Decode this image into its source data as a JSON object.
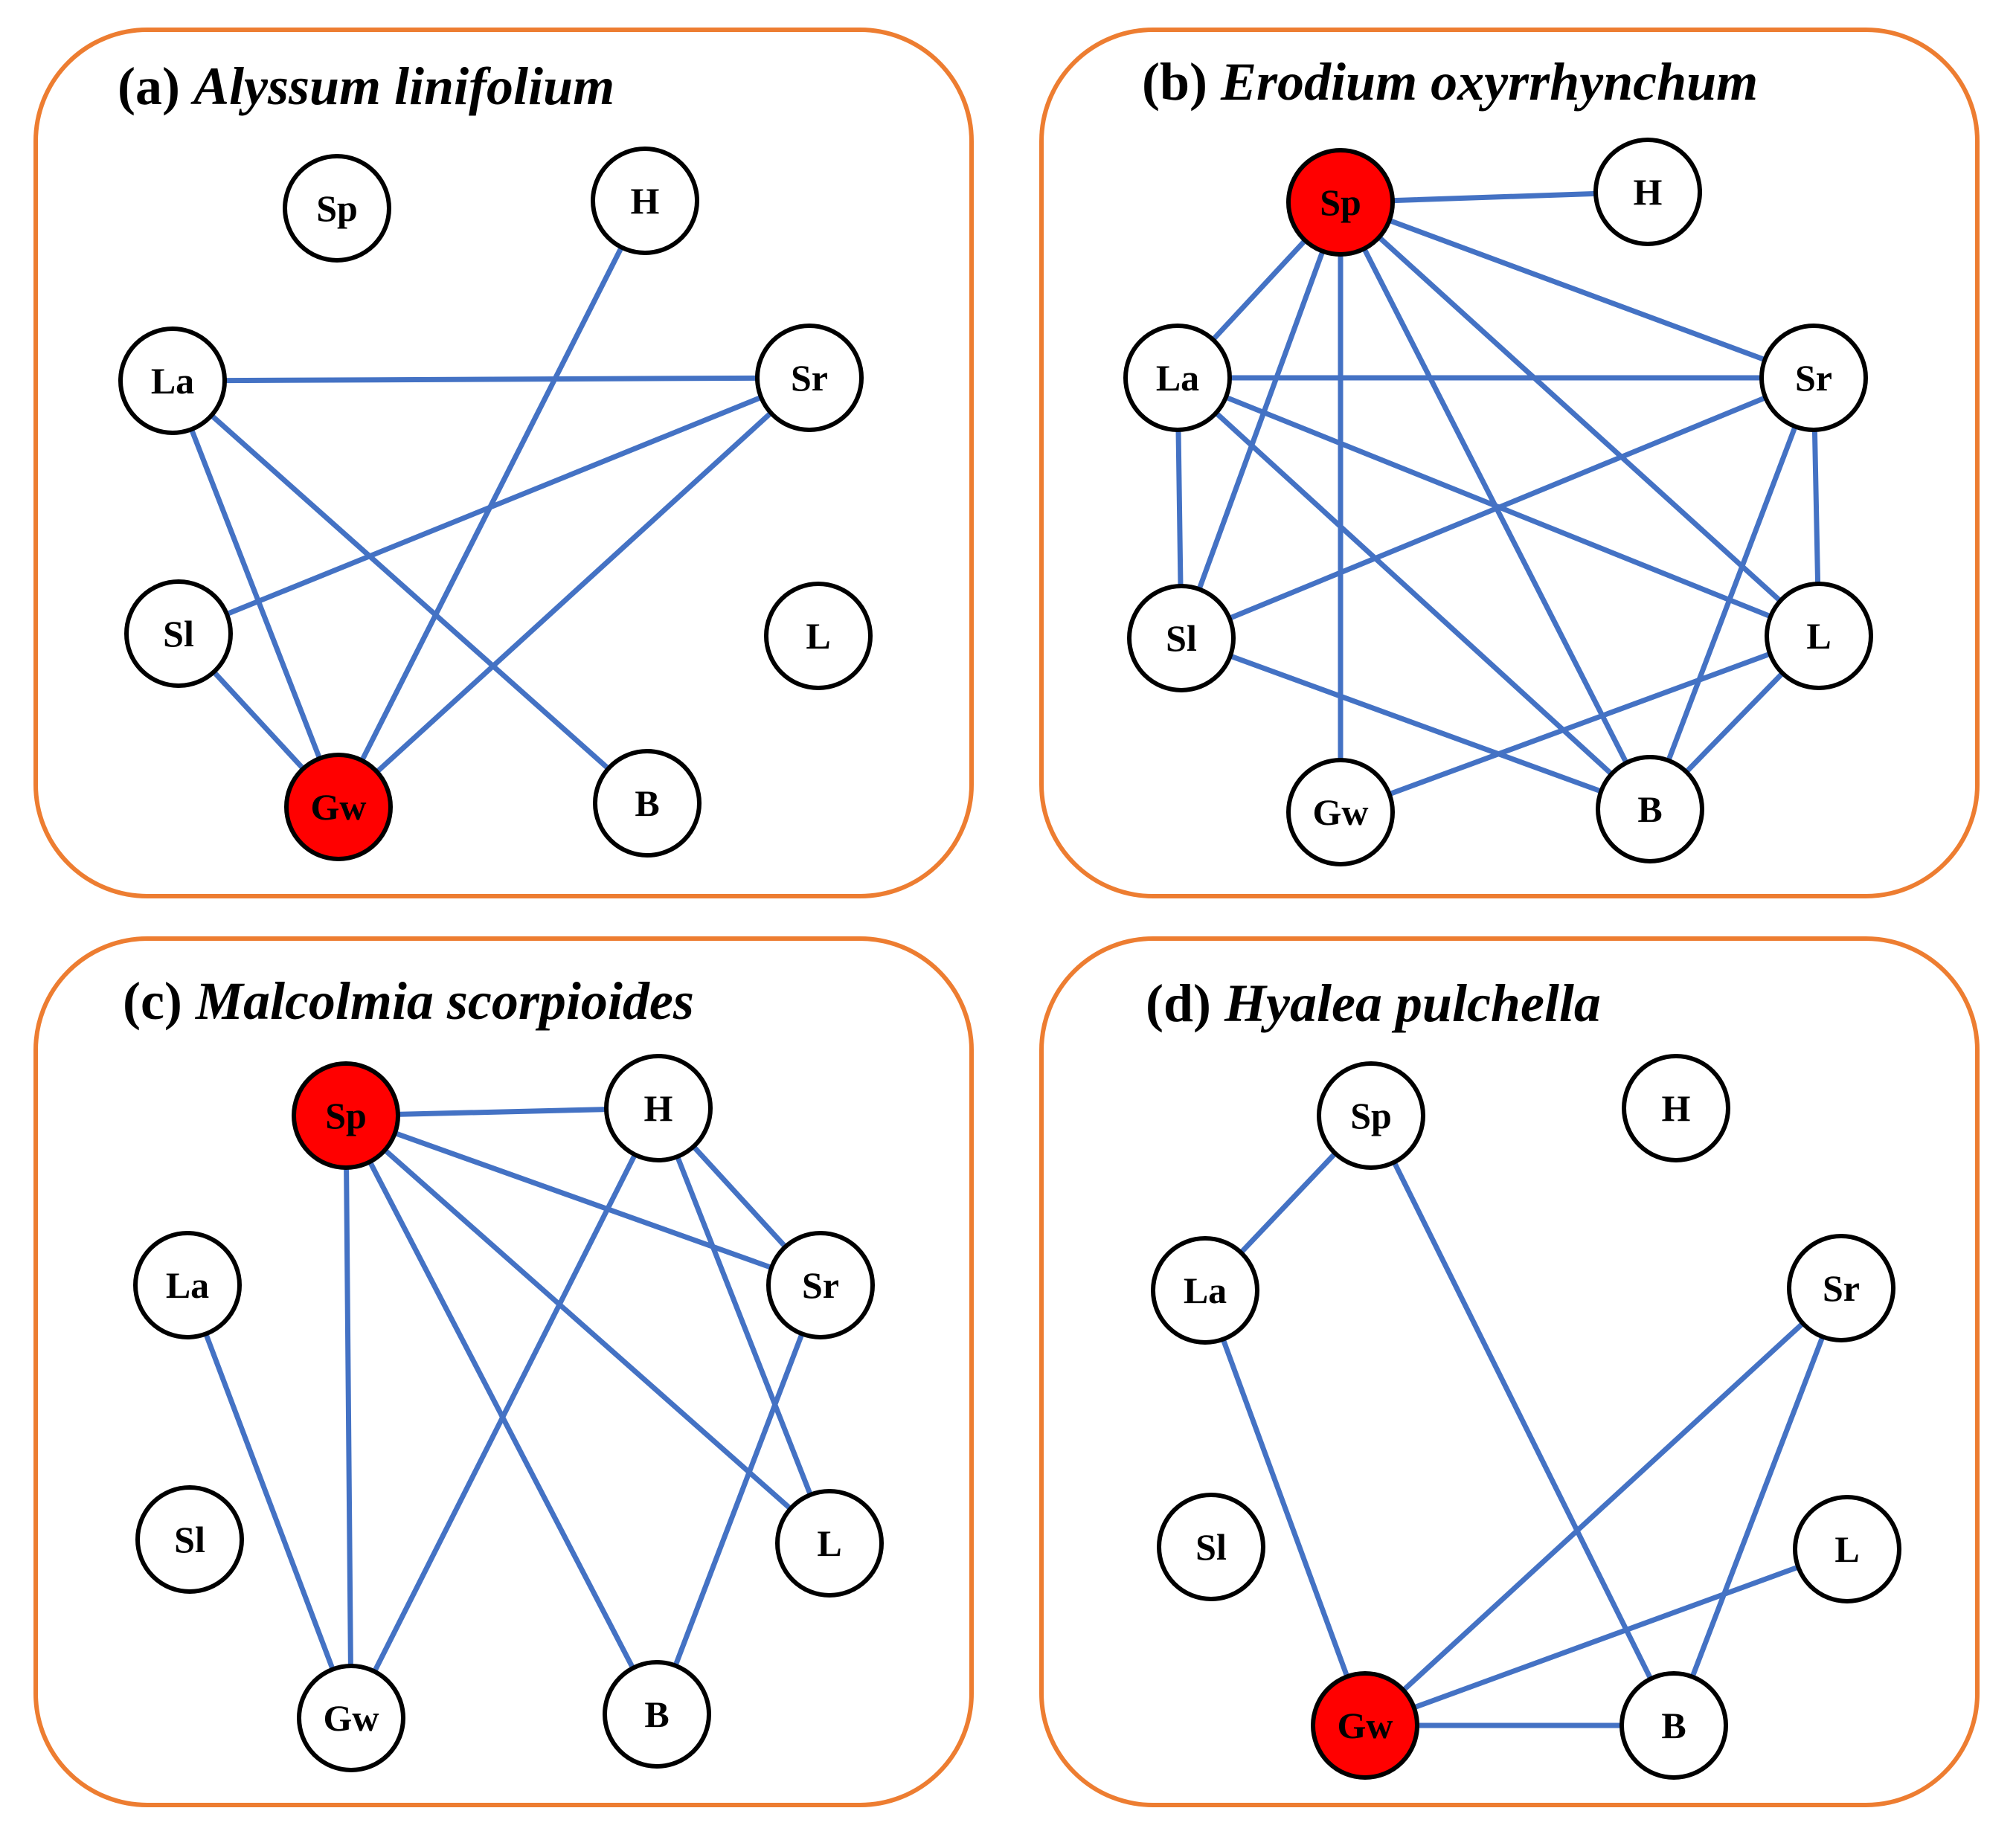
{
  "colors": {
    "frame": "#ED7D31",
    "edge": "#4472C4",
    "node_fill": "#FFFFFF",
    "hub_fill": "#FF0000",
    "node_stroke": "#000000"
  },
  "panels": [
    {
      "id": "a",
      "letter": "(a)",
      "species": "Alyssum linifolium",
      "hub": "Gw",
      "nodes": [
        "Sp",
        "H",
        "La",
        "Sr",
        "Sl",
        "L",
        "Gw",
        "B"
      ],
      "edges": [
        [
          "La",
          "Sr"
        ],
        [
          "La",
          "Gw"
        ],
        [
          "La",
          "B"
        ],
        [
          "H",
          "Gw"
        ],
        [
          "Sr",
          "Sl"
        ],
        [
          "Sr",
          "Gw"
        ],
        [
          "Sl",
          "Gw"
        ]
      ]
    },
    {
      "id": "b",
      "letter": "(b)",
      "species": "Erodium oxyrrhynchum",
      "hub": "Sp",
      "nodes": [
        "Sp",
        "H",
        "La",
        "Sr",
        "Sl",
        "L",
        "Gw",
        "B"
      ],
      "edges": [
        [
          "Sp",
          "H"
        ],
        [
          "Sp",
          "La"
        ],
        [
          "Sp",
          "Sr"
        ],
        [
          "Sp",
          "Sl"
        ],
        [
          "Sp",
          "Gw"
        ],
        [
          "Sp",
          "B"
        ],
        [
          "Sp",
          "L"
        ],
        [
          "La",
          "Sr"
        ],
        [
          "La",
          "Sl"
        ],
        [
          "La",
          "L"
        ],
        [
          "La",
          "B"
        ],
        [
          "Sr",
          "Sl"
        ],
        [
          "Sr",
          "L"
        ],
        [
          "Sr",
          "B"
        ],
        [
          "Sl",
          "B"
        ],
        [
          "L",
          "Gw"
        ],
        [
          "L",
          "B"
        ]
      ]
    },
    {
      "id": "c",
      "letter": "(c)",
      "species": "Malcolmia scorpioides",
      "hub": "Sp",
      "nodes": [
        "Sp",
        "H",
        "La",
        "Sr",
        "Sl",
        "L",
        "Gw",
        "B"
      ],
      "edges": [
        [
          "Sp",
          "H"
        ],
        [
          "Sp",
          "Sr"
        ],
        [
          "Sp",
          "L"
        ],
        [
          "Sp",
          "Gw"
        ],
        [
          "Sp",
          "B"
        ],
        [
          "H",
          "Sr"
        ],
        [
          "H",
          "L"
        ],
        [
          "H",
          "Gw"
        ],
        [
          "Sr",
          "B"
        ],
        [
          "La",
          "Gw"
        ]
      ]
    },
    {
      "id": "d",
      "letter": "(d)",
      "species": "Hyalea pulchella",
      "hub": "Gw",
      "nodes": [
        "Sp",
        "H",
        "La",
        "Sr",
        "Sl",
        "L",
        "Gw",
        "B"
      ],
      "edges": [
        [
          "Sp",
          "La"
        ],
        [
          "Sp",
          "B"
        ],
        [
          "La",
          "Gw"
        ],
        [
          "Sr",
          "Gw"
        ],
        [
          "Sr",
          "B"
        ],
        [
          "L",
          "Gw"
        ],
        [
          "Gw",
          "B"
        ]
      ]
    }
  ]
}
